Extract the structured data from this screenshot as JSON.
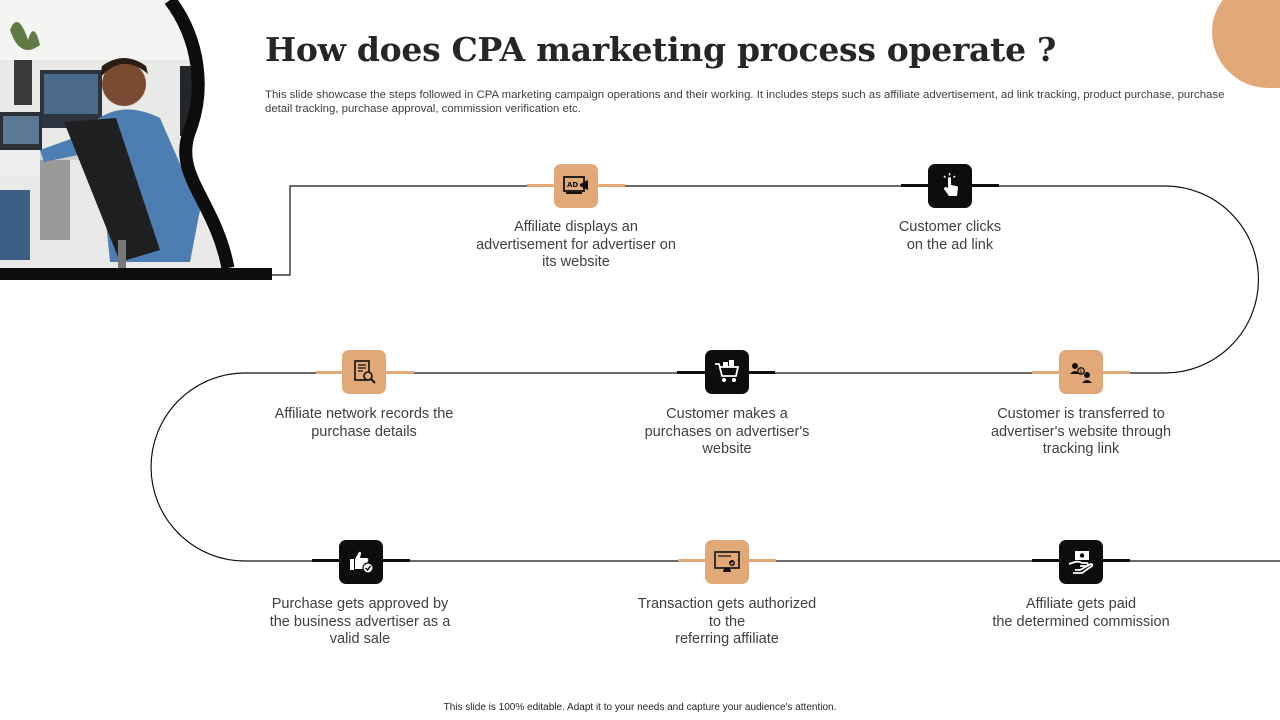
{
  "slide": {
    "title": "How does CPA marketing process operate ?",
    "subtitle": "This slide showcase the steps followed in CPA marketing campaign operations and their working. It includes steps such as affiliate advertisement, ad link tracking, product purchase, purchase detail tracking, purchase approval, commission verification etc.",
    "footer": "This slide is 100% editable. Adapt it to your needs and capture your audience's attention."
  },
  "colors": {
    "accent": "#e2a978",
    "dark": "#0d0d0d",
    "text": "#404040"
  },
  "steps": [
    {
      "label": "Affiliate displays an\nadvertisement for advertiser on\nits website",
      "icon": "ad-billboard-icon",
      "style": "accent"
    },
    {
      "label": "Customer clicks\non the ad link",
      "icon": "pointer-click-icon",
      "style": "dark"
    },
    {
      "label": "Customer is transferred to\nadvertiser's website through\ntracking link",
      "icon": "people-transfer-icon",
      "style": "accent"
    },
    {
      "label": "Customer makes a\npurchases on advertiser's\nwebsite",
      "icon": "shopping-cart-icon",
      "style": "dark"
    },
    {
      "label": "Affiliate  network records the\npurchase details",
      "icon": "document-search-icon",
      "style": "accent"
    },
    {
      "label": "Purchase gets approved by\nthe business advertiser as a\nvalid sale",
      "icon": "thumbs-up-check-icon",
      "style": "dark"
    },
    {
      "label": "Transaction gets authorized\nto the\nreferring affiliate",
      "icon": "monitor-check-icon",
      "style": "accent"
    },
    {
      "label": "Affiliate  gets paid\nthe determined commission",
      "icon": "hand-money-icon",
      "style": "dark"
    }
  ]
}
